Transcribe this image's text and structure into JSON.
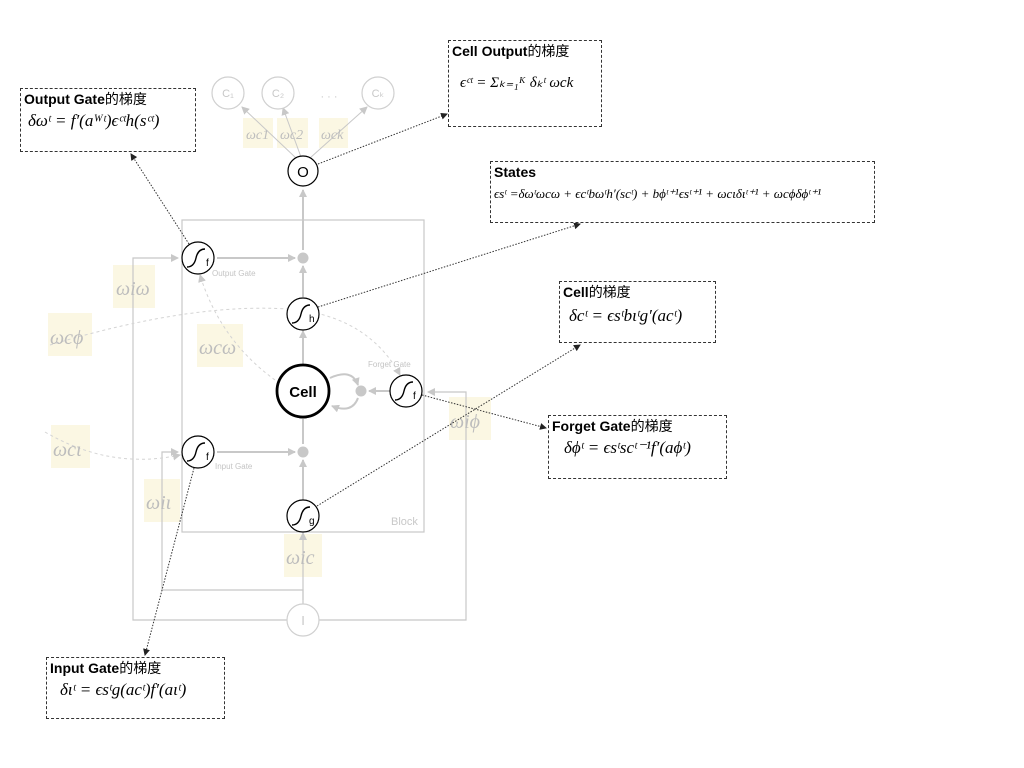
{
  "diagram": {
    "block_label": "Block",
    "cell_label": "Cell",
    "output_node_label": "O",
    "input_node_label": "I",
    "output_units": [
      "C₁",
      "C₂",
      "Cₖ"
    ],
    "output_units_ellipsis": "· · ·",
    "gate_labels": {
      "output_gate": "Output Gate",
      "forget_gate": "Forget Gate",
      "input_gate": "Input Gate"
    },
    "node_function_letters": {
      "output_gate": "f",
      "h": "h",
      "forget_gate": "f",
      "input_gate": "f",
      "g": "g"
    },
    "weights": {
      "w_c1": "ωc1",
      "w_c2": "ωc2",
      "w_ck": "ωck",
      "w_iw": "ωiω",
      "w_cphi": "ωcϕ",
      "w_cw": "ωcω",
      "w_iphi": "ωiϕ",
      "w_cl": "ωcι",
      "w_il": "ωiι",
      "w_ic": "ωic"
    },
    "colors": {
      "weight_highlight": "#fbf7e3",
      "faded_line": "#c8c8c8",
      "node_stroke": "#000000",
      "annotation_line": "#333333"
    }
  },
  "annotations": {
    "cell_output": {
      "title": "Cell Output",
      "title_cn": "的梯度",
      "formula": "ϵᶜᵗ = Σₖ₌₁ᴷ δₖᵗ ωck"
    },
    "output_gate": {
      "title": "Output Gate",
      "title_cn": "的梯度",
      "formula": "δωᵗ = f′(aᵂᵗ)ϵᶜᵗh(sᶜᵗ)"
    },
    "states": {
      "title": "States",
      "formula": "ϵsᵗ =δωᵗωcω + ϵcᵗbωᵗh′(scᵗ) + bϕᵗ⁺¹ϵsᵗ⁺¹ + ωcιδιᵗ⁺¹ + ωcϕδϕᵗ⁺¹"
    },
    "cell": {
      "title": "Cell",
      "title_cn": "的梯度",
      "formula": "δcᵗ = ϵsᵗbιᵗg′(acᵗ)"
    },
    "forget_gate": {
      "title": "Forget Gate",
      "title_cn": "的梯度",
      "formula": "δϕᵗ = ϵsᵗscᵗ⁻¹f′(aϕᵗ)"
    },
    "input_gate": {
      "title": "Input Gate",
      "title_cn": "的梯度",
      "formula": "διᵗ = ϵsᵗg(acᵗ)f′(aιᵗ)"
    }
  }
}
